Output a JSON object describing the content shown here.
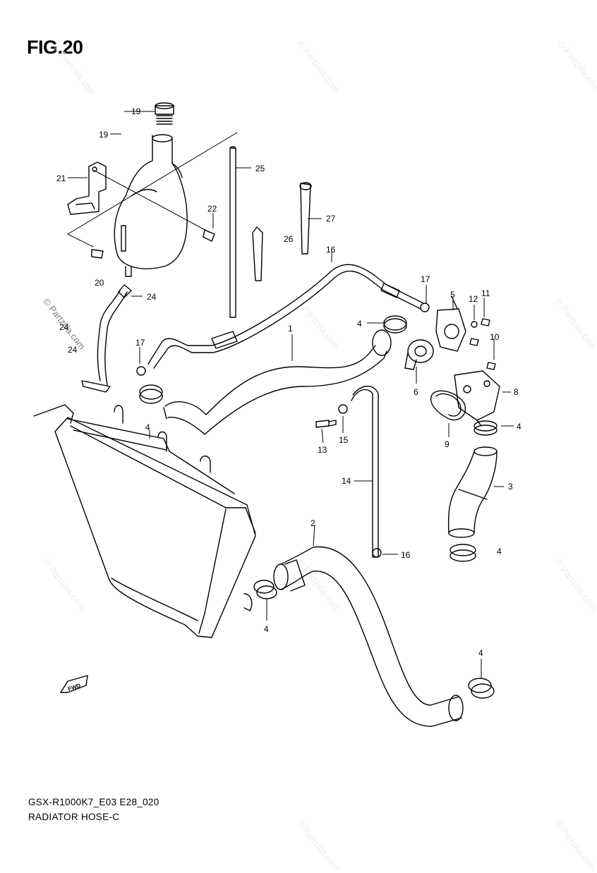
{
  "figure_title": "FIG.20",
  "footer": {
    "model_code": "GSX-R1000K7_E03 E28_020",
    "section_name": "RADIATOR HOSE-C"
  },
  "watermark": "© Partzilla.com",
  "fwd_arrow_text": "FWD",
  "callouts": {
    "c19a": "19",
    "c19b": "19",
    "c21": "21",
    "c22": "22",
    "c20": "20",
    "c24a": "24",
    "c24b": "24",
    "c24c": "24",
    "c25": "25",
    "c26": "26",
    "c27": "27",
    "c16a": "16",
    "c17a": "17",
    "c17b": "17",
    "c4a": "4",
    "c1": "1",
    "c5": "5",
    "c12": "12",
    "c11": "11",
    "c10": "10",
    "c6": "6",
    "c8": "8",
    "c4b": "4",
    "c4c": "4",
    "c9": "9",
    "c13": "13",
    "c15": "15",
    "c14": "14",
    "c3": "3",
    "c4d": "4",
    "c2": "2",
    "c16b": "16",
    "c4e": "4",
    "c4f": "4"
  }
}
